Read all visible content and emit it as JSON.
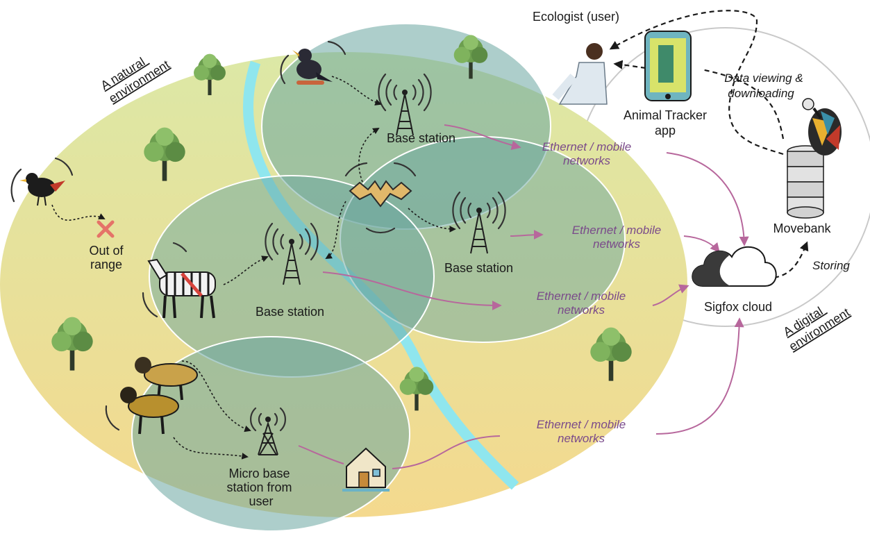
{
  "regions": {
    "natural": "A natural\nenvironment",
    "digital": "A digital\nenvironment"
  },
  "stations": {
    "base_top": "Base station",
    "base_right": "Base station",
    "base_left": "Base station",
    "micro": "Micro base\nstation from\nuser"
  },
  "networks": {
    "n1": "Ethernet / mobile\nnetworks",
    "n2": "Ethernet / mobile\nnetworks",
    "n3": "Ethernet / mobile\nnetworks",
    "n4": "Ethernet / mobile\nnetworks"
  },
  "digital": {
    "sigfox": "Sigfox cloud",
    "movebank": "Movebank",
    "storing": "Storing",
    "app": "Animal Tracker\napp",
    "user": "Ecologist (user)",
    "viewing": "Data viewing &\ndownloading"
  },
  "out_of_range": "Out of\nrange",
  "colors": {
    "ellipse_top": "#dde8a8",
    "ellipse_bottom": "#f3d98f",
    "coverage": "#6aa6a0",
    "river": "#8fe6ee",
    "flow": "#b7679c",
    "network_text": "#7a4a8a",
    "cross": "#e57368"
  },
  "icons": [
    "tree-icon",
    "bird-icon",
    "zebra-icon",
    "bat-icon",
    "dog-icon",
    "tower-icon",
    "house-icon",
    "cloud-icon",
    "database-icon",
    "phone-icon",
    "person-icon",
    "vulture-icon",
    "cross-icon"
  ]
}
